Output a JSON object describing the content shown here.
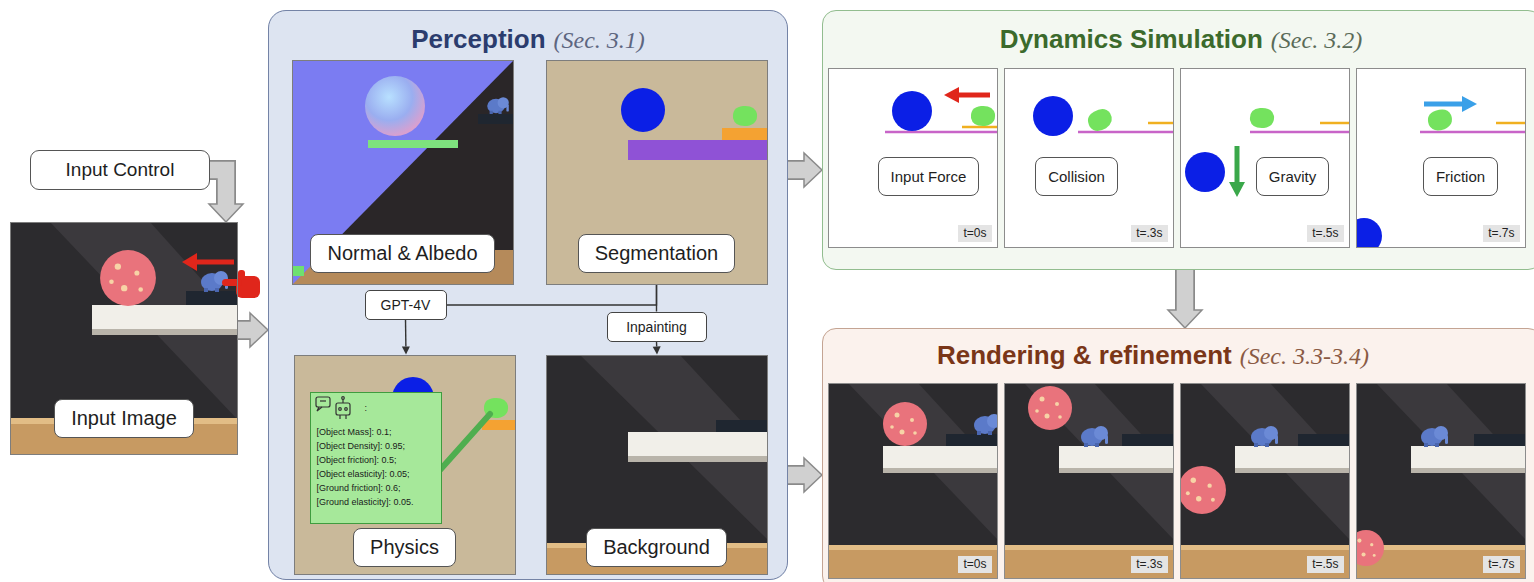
{
  "diagram": {
    "nodes": [
      {
        "text": [
          "Input Control"
        ]
      },
      {
        "text": [
          "Input Image"
        ]
      },
      {
        "text": [
          "Perception",
          "(Sec. 3.1)"
        ]
      },
      {
        "text": [
          "Normal & Albedo"
        ],
        "in": 2
      },
      {
        "text": [
          "Segmentation"
        ],
        "in": 2
      },
      {
        "text": [
          "GPT-4V"
        ],
        "in": 2
      },
      {
        "text": [
          "Inpainting"
        ],
        "in": 2
      },
      {
        "text": [
          "Physics"
        ],
        "in": 2
      },
      {
        "text": [
          ":",
          "[Object Mass]: 0.1;",
          "[Object Density]: 0.95;",
          "[Object friction]: 0.5;",
          "[Object elasticity]: 0.05;",
          "[Ground friction]: 0.6;",
          "[Ground elasticity]: 0.05."
        ],
        "in": 7
      },
      {
        "text": [
          "Background"
        ],
        "in": 2
      },
      {
        "text": [
          "Dynamics Simulation",
          "(Sec. 3.2)"
        ]
      },
      {
        "text": [
          "Input Force",
          "t=0s"
        ],
        "in": 10
      },
      {
        "text": [
          "Collision",
          "t=.3s"
        ],
        "in": 10
      },
      {
        "text": [
          "Gravity",
          "t=.5s"
        ],
        "in": 10
      },
      {
        "text": [
          "Friction",
          "t=.7s"
        ],
        "in": 10
      },
      {
        "text": [
          "Rendering & refinement",
          "(Sec. 3.3-3.4)"
        ]
      },
      {
        "text": [
          "t=0s"
        ],
        "in": 15
      },
      {
        "text": [
          "t=.3s"
        ],
        "in": 15
      },
      {
        "text": [
          "t=.5s"
        ],
        "in": 15
      },
      {
        "text": [
          "t=.7s"
        ],
        "in": 15
      }
    ],
    "edges": [
      {
        "from": 0,
        "to": 1,
        "arrow": "to"
      },
      {
        "from": 1,
        "to": 2,
        "arrow": "to"
      },
      {
        "from": 2,
        "to": 10,
        "arrow": "to"
      },
      {
        "from": 2,
        "to": 15,
        "arrow": "to"
      },
      {
        "from": 10,
        "to": 15,
        "arrow": "to"
      },
      {
        "from": 4,
        "to": 5,
        "arrow": "none"
      },
      {
        "from": 4,
        "to": 6,
        "arrow": "none"
      },
      {
        "from": 5,
        "to": 7,
        "arrow": "to"
      },
      {
        "from": 6,
        "to": 9,
        "arrow": "to"
      }
    ]
  }
}
